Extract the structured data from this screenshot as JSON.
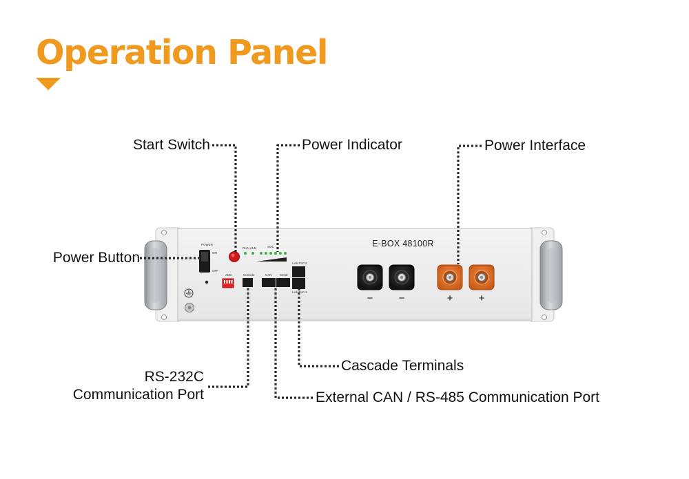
{
  "heading": {
    "title": "Operation Panel",
    "color": "#ef9a1f"
  },
  "device": {
    "model": "E-BOX 48100R",
    "panel_labels": {
      "power": "POWER",
      "on": "ON",
      "off": "OFF",
      "run": "RUN",
      "alm": "ALM",
      "soc": "SOC",
      "add": "ADD",
      "console": "Console",
      "can": "CAN",
      "serial": "Serial",
      "link_port_2": "Link Port 2",
      "link_port_1": "Link Port 1"
    },
    "terminals": [
      {
        "polarity": "negative",
        "sign": "−",
        "color": "#1b1b1b"
      },
      {
        "polarity": "negative",
        "sign": "−",
        "color": "#1b1b1b"
      },
      {
        "polarity": "positive",
        "sign": "+",
        "color": "#e8702a"
      },
      {
        "polarity": "positive",
        "sign": "+",
        "color": "#e8702a"
      }
    ]
  },
  "callouts": {
    "start_switch": "Start Switch",
    "power_indicator": "Power Indicator",
    "power_interface": "Power Interface",
    "power_button": "Power Button",
    "rs232_line1": "RS-232C",
    "rs232_line2": "Communication Port",
    "cascade_terminals": "Cascade Terminals",
    "external_can": "External CAN / RS-485 Communication Port"
  }
}
